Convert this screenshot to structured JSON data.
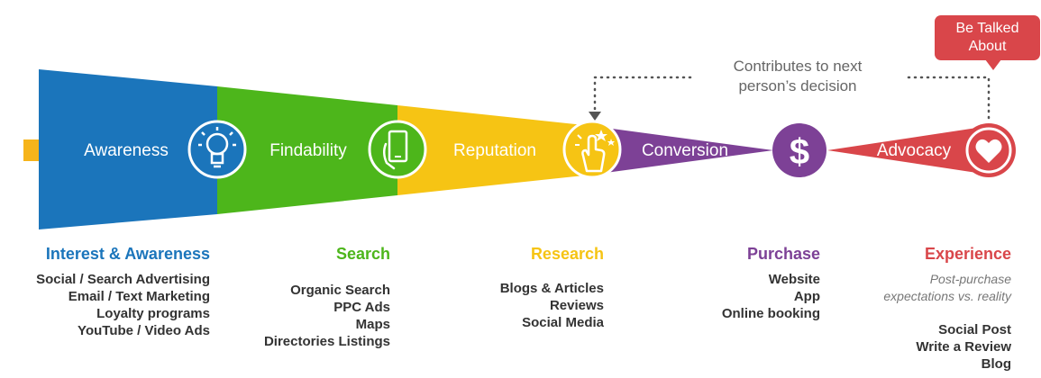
{
  "stages": [
    {
      "label": "Awareness",
      "color": "#1b75bb"
    },
    {
      "label": "Findability",
      "color": "#4db61b"
    },
    {
      "label": "Reputation",
      "color": "#f6c414"
    },
    {
      "label": "Conversion",
      "color": "#7d4196"
    },
    {
      "label": "Advocacy",
      "color": "#d9464a"
    }
  ],
  "icons": [
    "lightbulb-icon",
    "smartphone-hand-icon",
    "touch-stars-icon",
    "dollar-icon",
    "heart-icon"
  ],
  "callout": {
    "line1": "Be Talked",
    "line2": "About"
  },
  "contributes": {
    "line1": "Contributes to next",
    "line2": "person’s decision"
  },
  "columns": [
    {
      "heading": "Interest & Awareness",
      "color": "#1b75bb",
      "items": [
        "Social / Search Advertising",
        "Email / Text Marketing",
        "Loyalty programs",
        "YouTube / Video Ads"
      ]
    },
    {
      "heading": "Search",
      "color": "#4db61b",
      "items": [
        "Organic Search",
        "PPC Ads",
        "Maps",
        "Directories Listings"
      ]
    },
    {
      "heading": "Research",
      "color": "#f6c414",
      "items": [
        "Blogs & Articles",
        "Reviews",
        "Social Media"
      ]
    },
    {
      "heading": "Purchase",
      "color": "#7d4196",
      "items": [
        "Website",
        "App",
        "Online booking"
      ]
    },
    {
      "heading": "Experience",
      "color": "#d9464a",
      "note": [
        "Post-purchase",
        "expectations vs. reality"
      ],
      "items": [
        "Social Post",
        "Write a Review",
        "Blog"
      ]
    }
  ],
  "arrow_color": "#f6b41a"
}
